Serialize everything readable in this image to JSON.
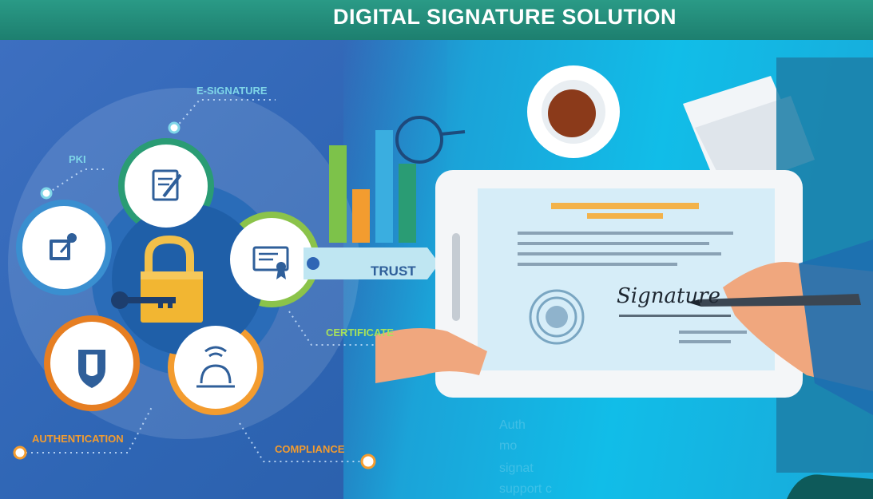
{
  "header": {
    "title": "DIGITAL SIGNATURE SOLUTION"
  },
  "labels": {
    "e_signature": "E-SIGNATURE",
    "pki": "PKI",
    "trust": "TRUST",
    "certificate": "CERTIFICATE",
    "authentication": "AUTHENTICATION",
    "compliance": "COMPLIANCE"
  },
  "tablet": {
    "signature_text": "Signature"
  },
  "background_text": [
    "Auth",
    "mo",
    "signat",
    "support c"
  ],
  "icons": [
    "document-pen-icon",
    "edit-key-icon",
    "certificate-icon",
    "shield-icon",
    "service-bell-icon",
    "padlock-icon",
    "key-icon",
    "coffee-cup-icon",
    "glasses-icon",
    "bar-chart-icon",
    "pen-icon",
    "fingerprint-seal-icon"
  ],
  "colors": {
    "header_bg": "#1f8a78",
    "left_bg": "#2f66b5",
    "right_bg": "#11bde8",
    "green": "#7dc24a",
    "orange": "#f39c2f",
    "lock_yellow": "#f2b632",
    "label_cyan": "#7fd6e8",
    "label_green": "#a6e25c",
    "label_orange": "#f39c2f"
  }
}
